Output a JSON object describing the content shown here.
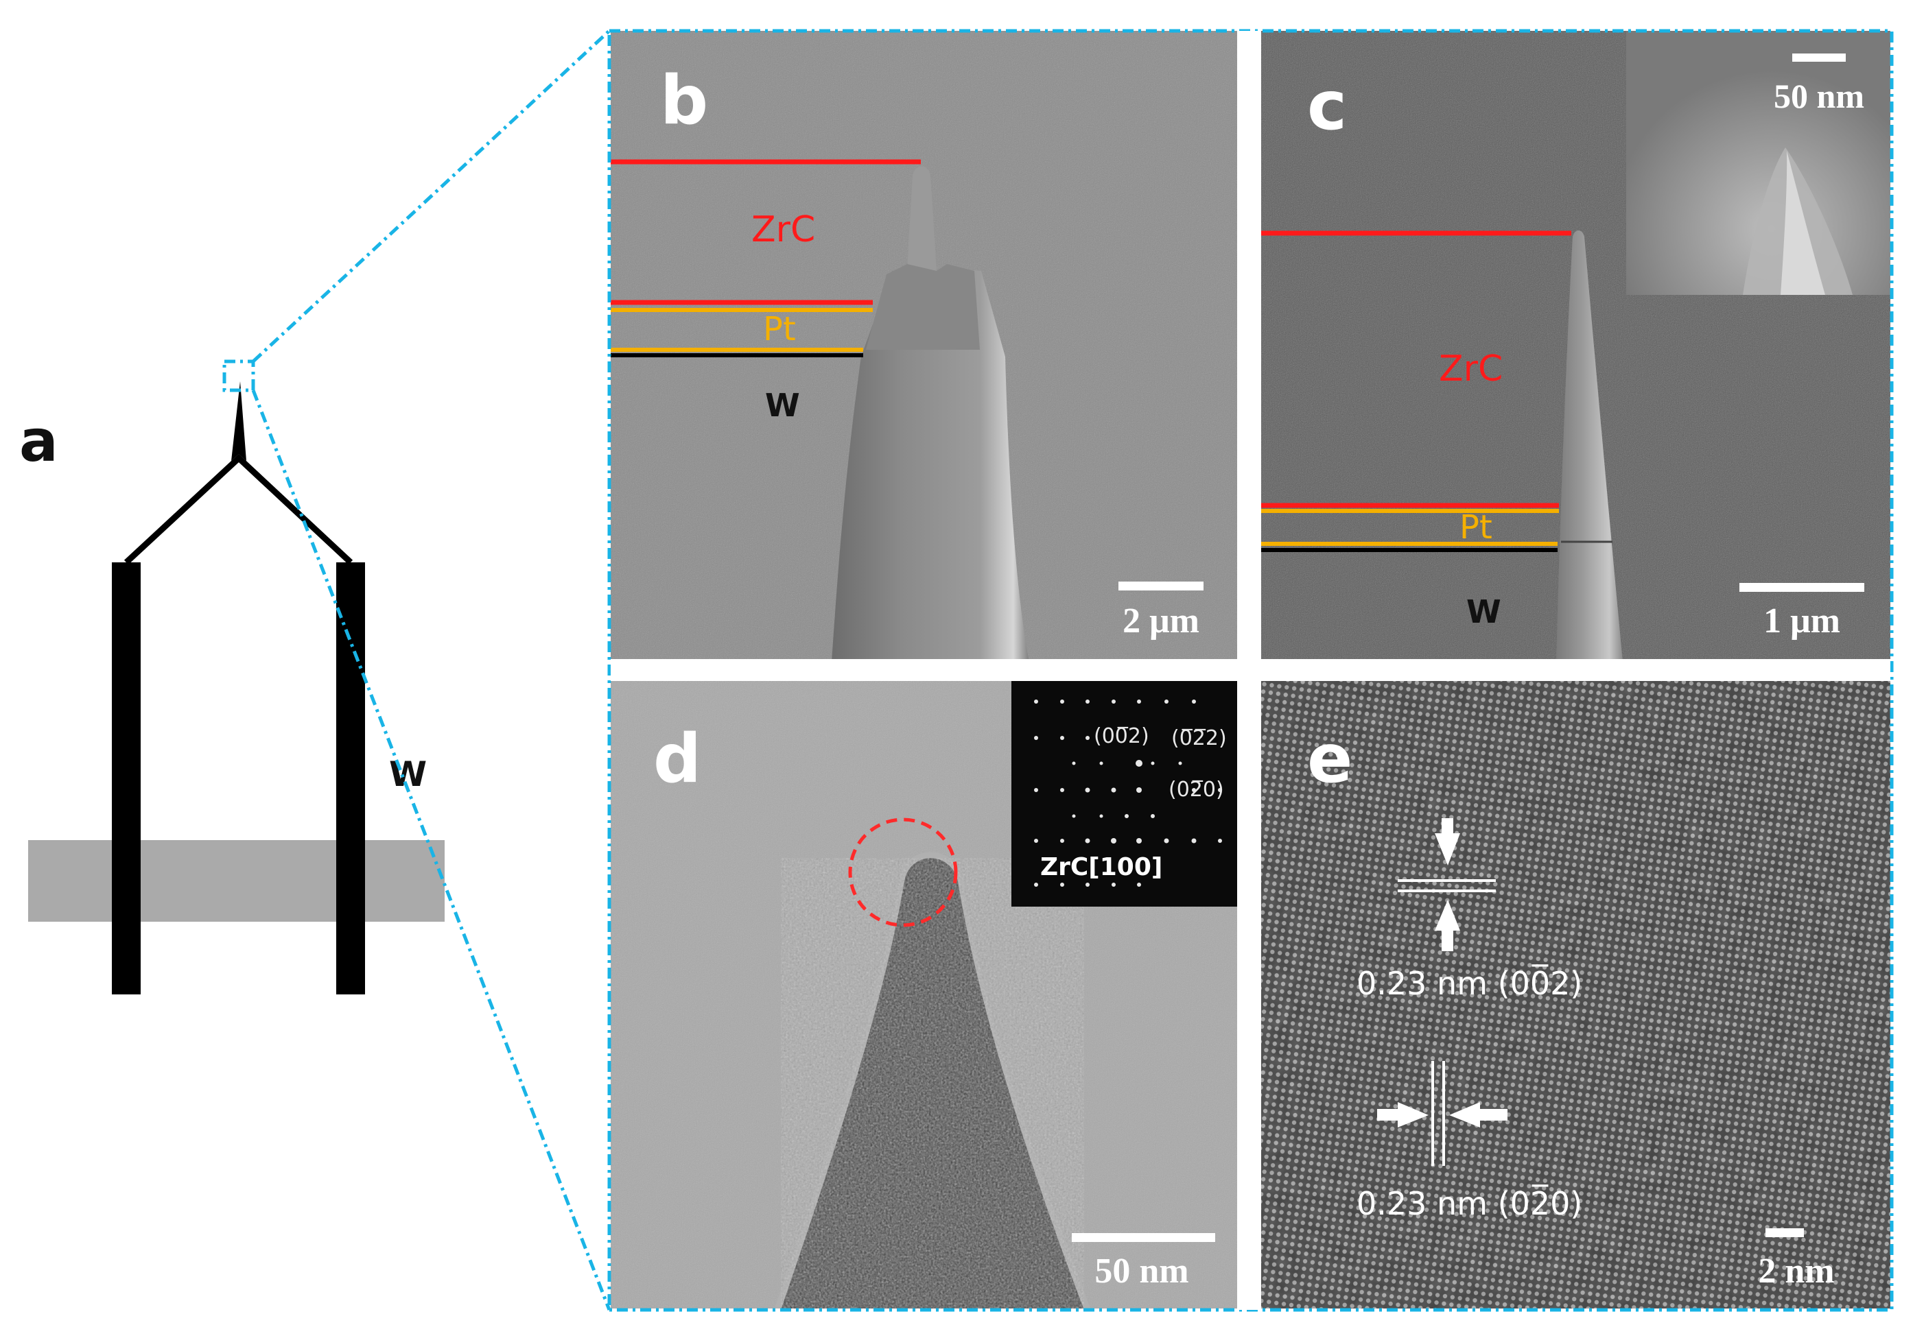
{
  "colors": {
    "zrc_line": "#ff1a1a",
    "pt_line": "#f5b000",
    "w_line": "#000000",
    "frame": "#19b4e6",
    "circle": "#ff2a2a"
  },
  "panel_a": {
    "label": "a",
    "w_label": "W"
  },
  "panel_b": {
    "label": "b",
    "zrc": "ZrC",
    "pt": "Pt",
    "w": "W",
    "scale": "2 μm"
  },
  "panel_c": {
    "label": "c",
    "zrc": "ZrC",
    "pt": "Pt",
    "w": "W",
    "scale": "1 μm",
    "inset_scale": "50 nm"
  },
  "panel_d": {
    "label": "d",
    "scale": "50 nm",
    "saed": {
      "spot_002": "(00̅2)",
      "spot_0m2m2": "(0̅2̅2)",
      "spot_0m20": "(02̅0)",
      "zone": "ZrC[100]"
    }
  },
  "panel_e": {
    "label": "e",
    "spacing_1": "0.23 nm (00̅2)",
    "spacing_2": "0.23 nm (02̅0)",
    "scale": "2 nm"
  }
}
